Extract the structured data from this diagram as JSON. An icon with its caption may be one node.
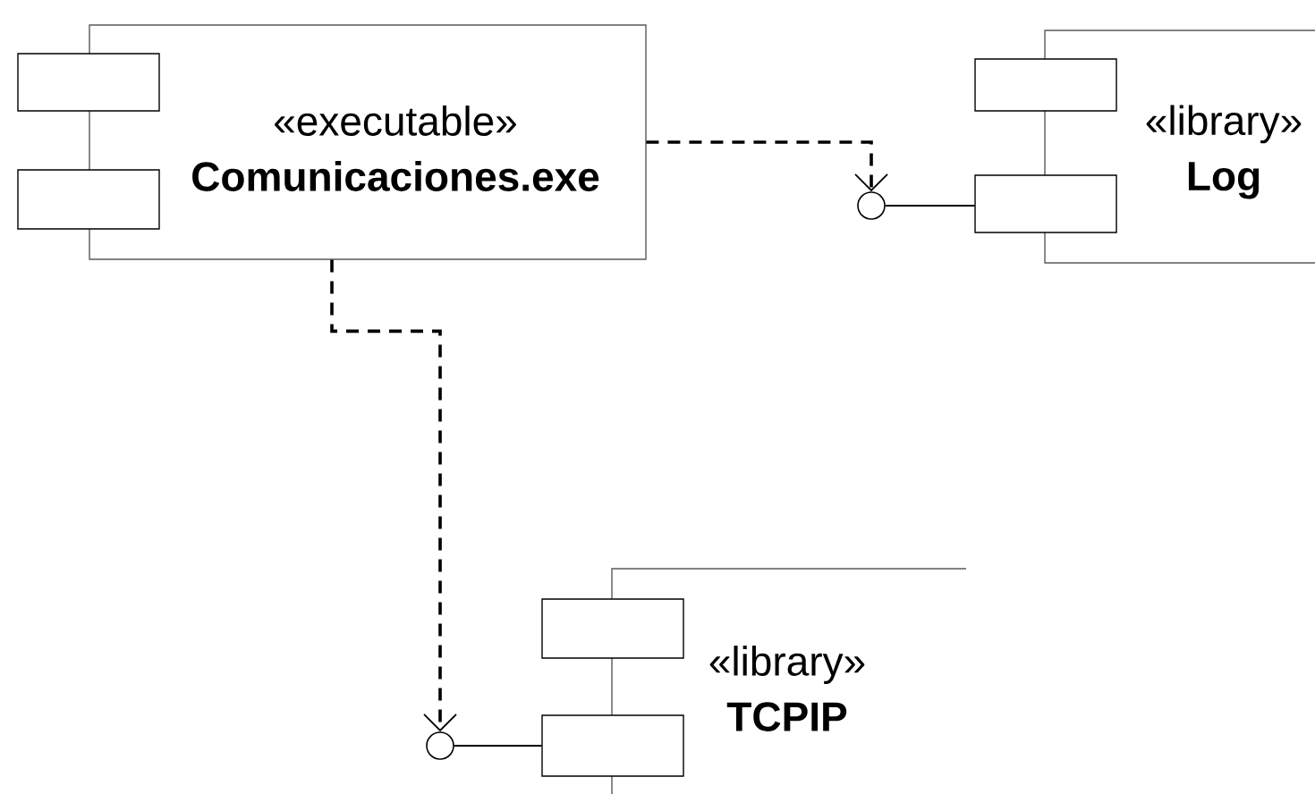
{
  "diagram": {
    "nodes": [
      {
        "text": [
          "«executable»",
          "Comunicaciones.exe"
        ]
      },
      {
        "text": [
          "«library»",
          "Log"
        ]
      },
      {
        "text": [
          "«library»",
          "TCPIP"
        ]
      },
      {
        "text": [],
        "shape": "circle"
      },
      {
        "text": [],
        "shape": "circle"
      }
    ],
    "edges": [
      {
        "from": 0,
        "to": 3,
        "arrow": "to",
        "style": "dashed"
      },
      {
        "from": 3,
        "to": 1,
        "arrow": "none"
      },
      {
        "from": 0,
        "to": 4,
        "arrow": "to",
        "style": "dashed"
      },
      {
        "from": 4,
        "to": 2,
        "arrow": "none"
      }
    ]
  }
}
